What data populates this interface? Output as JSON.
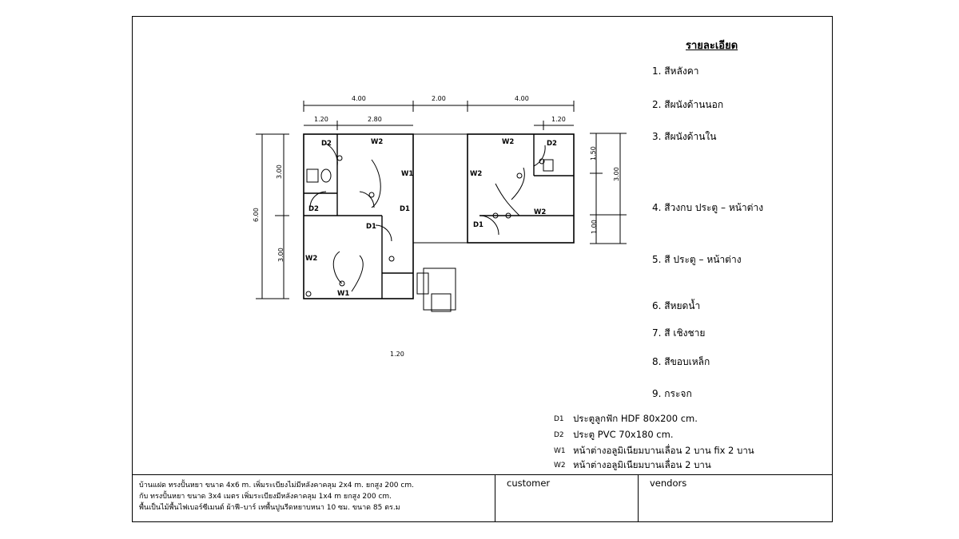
{
  "details": {
    "title": "รายละเอียด",
    "items": [
      "1. สีหลังคา",
      "2. สีผนังด้านนอก",
      "3. สีผนังด้านใน",
      "4. สีวงกบ ประตู – หน้าต่าง",
      "5. สี ประตู – หน้าต่าง",
      "6. สีหยดน้ำ",
      "7. สี เชิงชาย",
      "8. สีขอบเหล็ก",
      "9. กระจก"
    ]
  },
  "legend": [
    {
      "code": "D1",
      "text": "ประตูลูกฟัก HDF 80x200 cm."
    },
    {
      "code": "D2",
      "text": "ประตู PVC 70x180 cm."
    },
    {
      "code": "W1",
      "text": "หน้าต่างอลูมิเนียมบานเลื่อน 2 บาน fix 2 บาน"
    },
    {
      "code": "W2",
      "text": "หน้าต่างอลูมิเนียมบานเลื่อน 2 บาน"
    }
  ],
  "title_block": {
    "description": [
      "บ้านแฝด ทรงปั้นหยา ขนาด 4x6 m. เพิ่มระเบียงไม่มีหลังคาคลุม 2x4 m. ยกสูง 200 cm.",
      "กับ ทรงปั้นหยา ขนาด 3x4 เมตร เพิ่มระเบียงมีหลังคาคลุม 1x4 m ยกสูง 200 cm.",
      "พื้นเป็นไม้พื้นไฟเบอร์ซีเมนต์ ผ้าฟี–บาร์ เทพื้นปูนรีดหยาบหนา 10 ซม. ขนาด 85 ตร.ม"
    ],
    "customer_label": "customer",
    "vendors_label": "vendors"
  },
  "plan": {
    "dims_top": [
      "4.00",
      "2.00",
      "4.00"
    ],
    "dims_top_inner": [
      "1.20",
      "2.80",
      "1.20"
    ],
    "dims_left": [
      "6.00",
      "3.00",
      "3.00"
    ],
    "dims_right": [
      "1.50",
      "3.00",
      "1.00"
    ],
    "dim_bottom": "1.20",
    "labels": {
      "d2_a": "D2",
      "w2_a": "W2",
      "d2_b": "D2",
      "d1_a": "D1",
      "w1_a": "W1",
      "d1_b": "D1",
      "w2_b": "W2",
      "w1_b": "W1",
      "w2_c": "W2",
      "w2_d": "W2",
      "d2_c": "D2",
      "w2_e": "W2",
      "d1_c": "D1"
    }
  },
  "colors": {
    "line": "#000000",
    "background": "#ffffff"
  }
}
